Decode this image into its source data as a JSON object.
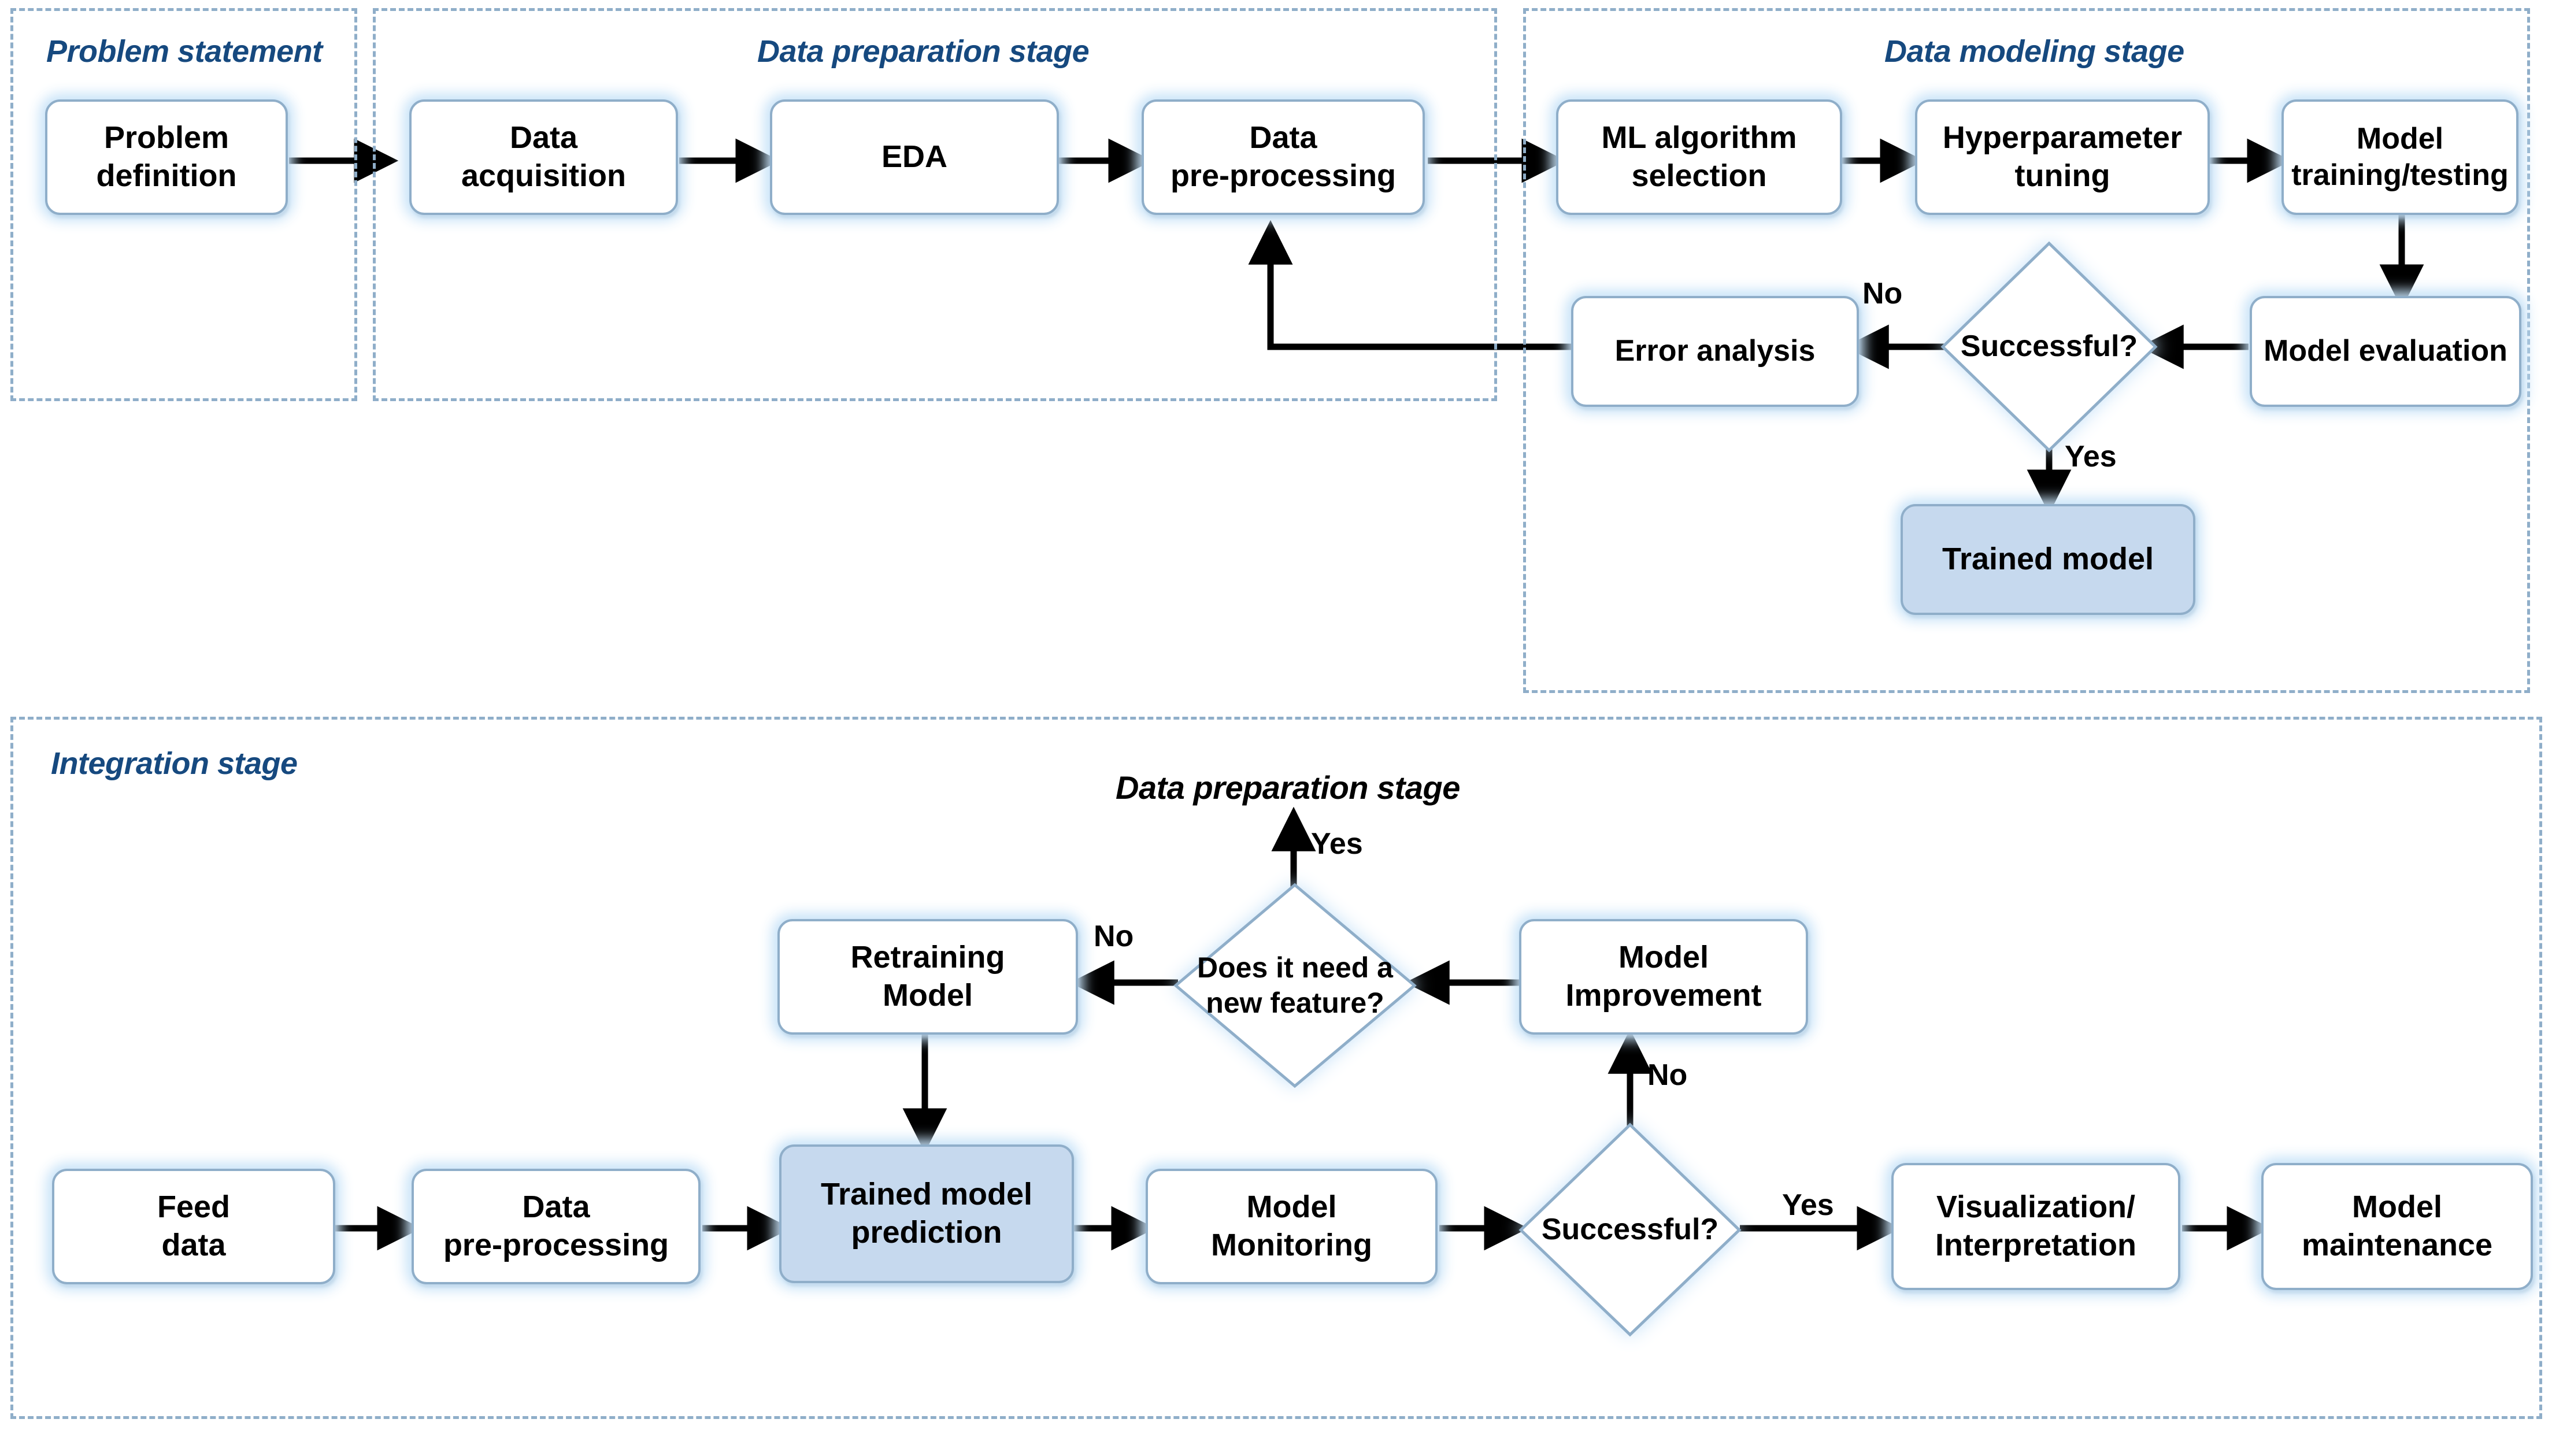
{
  "diagram": {
    "title": "Machine learning project lifecycle flowchart",
    "accent_blue": "#16497F",
    "node_border": "#8FAEC9",
    "node_fill_highlight": "#C6D9EE",
    "glow": "#C5E1F8"
  },
  "stages": {
    "problem_statement": {
      "label": "Problem statement"
    },
    "data_preparation": {
      "label": "Data preparation stage"
    },
    "data_modeling": {
      "label": "Data modeling stage"
    },
    "integration": {
      "label": "Integration stage"
    },
    "data_preparation_ref": {
      "label": "Data preparation stage"
    }
  },
  "nodes": {
    "problem_definition": {
      "line1": "Problem",
      "line2": "definition"
    },
    "data_acquisition": {
      "line1": "Data",
      "line2": "acquisition"
    },
    "eda": {
      "line1": "EDA",
      "line2": ""
    },
    "data_preprocessing": {
      "line1": "Data",
      "line2": "pre-processing"
    },
    "ml_algorithm": {
      "line1": "ML algorithm",
      "line2": "selection"
    },
    "hyperparameter": {
      "line1": "Hyperparameter",
      "line2": "tuning"
    },
    "model_training": {
      "line1": "Model",
      "line2": "training/testing"
    },
    "model_evaluation": {
      "line1": "Model evaluation",
      "line2": ""
    },
    "error_analysis": {
      "line1": "Error analysis",
      "line2": ""
    },
    "trained_model": {
      "line1": "Trained model",
      "line2": ""
    },
    "retraining_model": {
      "line1": "Retraining",
      "line2": "Model"
    },
    "model_improvement": {
      "line1": "Model",
      "line2": "Improvement"
    },
    "feed_data": {
      "line1": "Feed",
      "line2": "data"
    },
    "data_preprocessing2": {
      "line1": "Data",
      "line2": "pre-processing"
    },
    "trained_model_pred": {
      "line1": "Trained model",
      "line2": "prediction"
    },
    "model_monitoring": {
      "line1": "Model",
      "line2": "Monitoring"
    },
    "visualization": {
      "line1": "Visualization/",
      "line2": "Interpretation"
    },
    "model_maintenance": {
      "line1": "Model",
      "line2": "maintenance"
    }
  },
  "decisions": {
    "successful_top": {
      "line1": "Successful?",
      "line2": ""
    },
    "needs_feature": {
      "line1": "Does it need a",
      "line2": "new feature?"
    },
    "successful_bottom": {
      "line1": "Successful?",
      "line2": ""
    }
  },
  "edge_labels": {
    "top_no": "No",
    "top_yes": "Yes",
    "feature_no": "No",
    "feature_yes": "Yes",
    "improve_no": "No",
    "bottom_yes": "Yes"
  }
}
